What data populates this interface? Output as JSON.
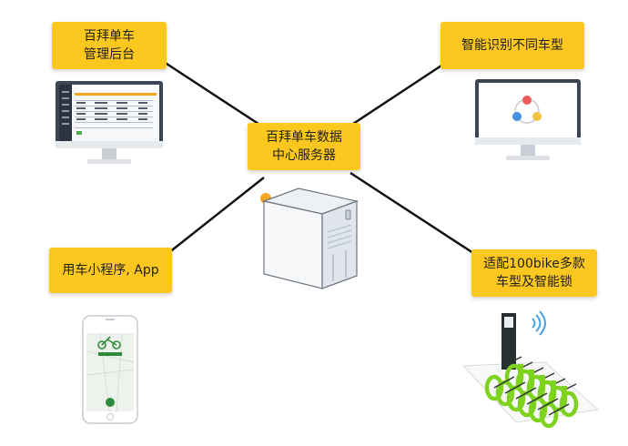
{
  "labels": {
    "admin": {
      "line1": "百拜单车",
      "line2": "管理后台"
    },
    "recognition": {
      "line1": "智能识别不同车型"
    },
    "center": {
      "line1": "百拜单车数据",
      "line2": "中心服务器"
    },
    "mini_program": {
      "line1": "用车小程序, App"
    },
    "bikes": {
      "line1": "适配100bike多款",
      "line2": "车型及智能锁"
    }
  },
  "colors": {
    "label_bg": "#fcc820",
    "bike_green": "#7ed321",
    "admin_accent": "#f5a623",
    "monitor_frame": "#3c4654"
  }
}
